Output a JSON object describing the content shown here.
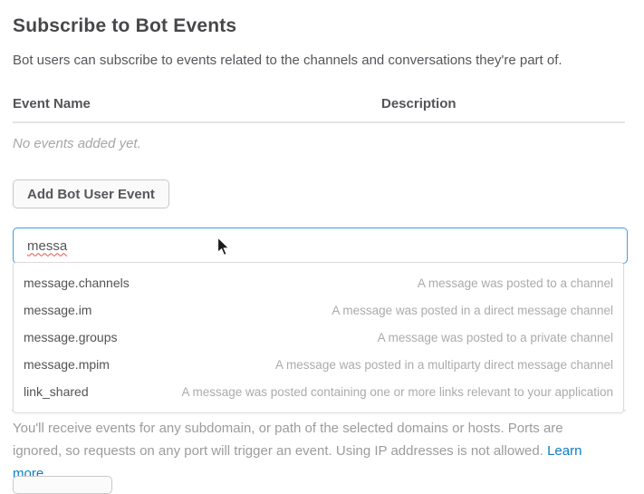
{
  "header": {
    "title": "Subscribe to Bot Events",
    "subtitle": "Bot users can subscribe to events related to the channels and conversations they're part of."
  },
  "events_table": {
    "columns": [
      "Event Name",
      "Description"
    ],
    "empty_text": "No events added yet."
  },
  "actions": {
    "add_button_label": "Add Bot User Event"
  },
  "search": {
    "value": "messa"
  },
  "dropdown": {
    "items": [
      {
        "name": "message.channels",
        "description": "A message was posted to a channel"
      },
      {
        "name": "message.im",
        "description": "A message was posted in a direct message channel"
      },
      {
        "name": "message.groups",
        "description": "A message was posted to a private channel"
      },
      {
        "name": "message.mpim",
        "description": "A message was posted in a multiparty direct message channel"
      },
      {
        "name": "link_shared",
        "description": "A message was posted containing one or more links relevant to your application"
      }
    ]
  },
  "note": {
    "text": "You'll receive events for any subdomain, or path of the selected domains or hosts. Ports are ignored, so requests on any port will trigger an event. Using IP addresses is not allowed.",
    "link_label": "Learn more."
  },
  "colors": {
    "accent_blue": "#39a0dd",
    "link_blue": "#0b7fc1",
    "spellcheck_red": "#e8544a",
    "divider_gray": "#e4e4e5"
  }
}
